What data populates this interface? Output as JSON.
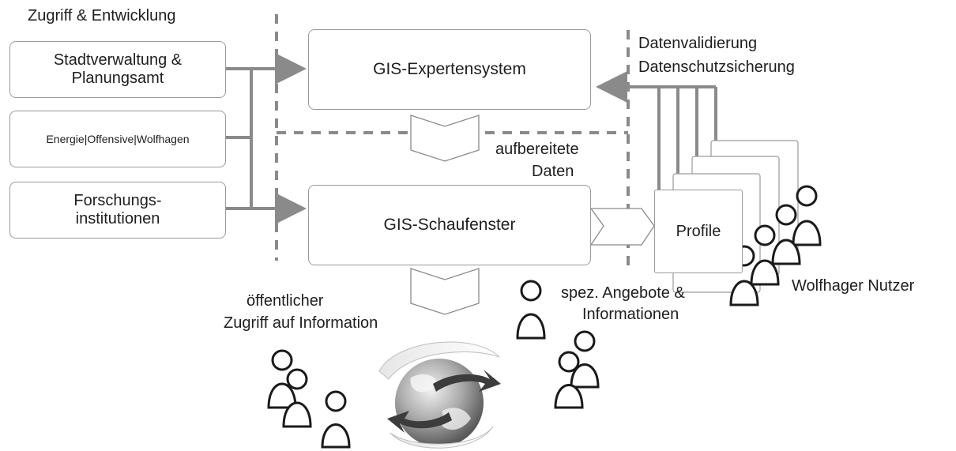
{
  "section_label": "Zugriff & Entwicklung",
  "actors": {
    "stadtverwaltung": "Stadtverwaltung &\nPlanungsamt",
    "energie": "Energie|Offensive|Wolfhagen",
    "forschung": "Forschungs-\ninstitutionen"
  },
  "systems": {
    "experten": "GIS-Expertensystem",
    "schaufenster": "GIS-Schaufenster",
    "profile": "Profile"
  },
  "annotations": {
    "validierung_line1": "Datenvalidierung",
    "validierung_line2": "Datenschutzsicherung",
    "aufbereitete_line1": "aufbereitete",
    "aufbereitete_line2": "Daten",
    "oeffentlich_line1": "öffentlicher",
    "oeffentlich_line2": "Zugriff auf Information",
    "angebote_line1": "spez. Angebote &",
    "angebote_line2": "Informationen",
    "nutzer": "Wolfhager Nutzer"
  },
  "colors": {
    "arrow": "#8a8a8a",
    "dashed": "#8a8a8a",
    "box_border": "#9a9a9a",
    "person_stroke": "#1a1a1a",
    "globe_dark": "#3c3c3c"
  }
}
